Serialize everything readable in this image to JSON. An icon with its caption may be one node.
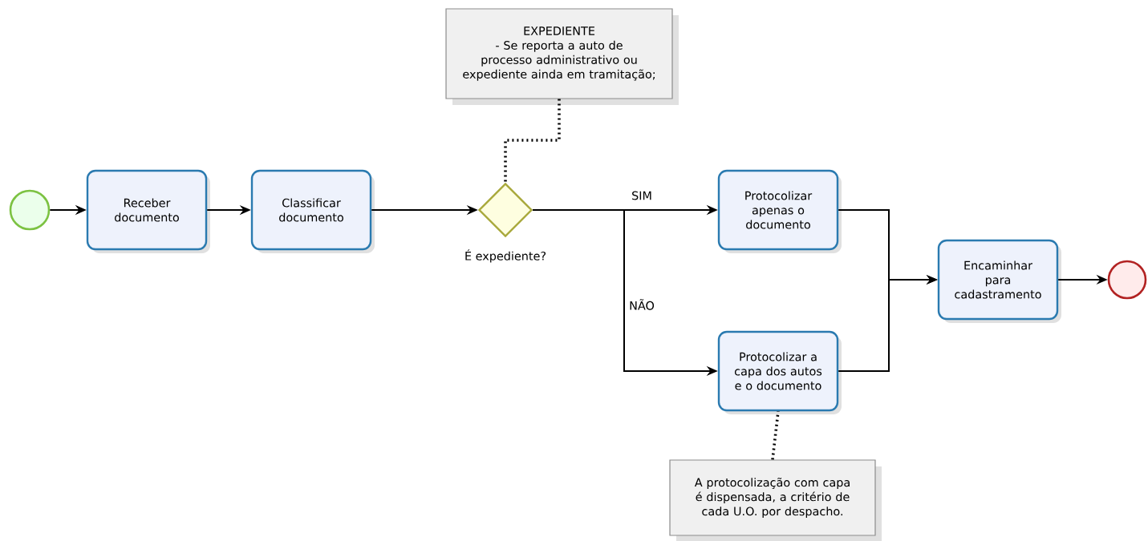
{
  "diagram": {
    "nodes": [
      {
        "text": [],
        "shape": "circle"
      },
      {
        "text": [
          "Receber documento"
        ]
      },
      {
        "text": [
          "Classificar documento"
        ]
      },
      {
        "text": [
          "É expediente?"
        ]
      },
      {
        "text": [
          "EXPEDIENTE",
          "- Se reporta a auto de processo administrativo ou expediente ainda em tramitação;"
        ]
      },
      {
        "text": [
          "Protocolizar apenas o documento"
        ]
      },
      {
        "text": [
          "Protocolizar a capa dos autos e o documento"
        ]
      },
      {
        "text": [
          "Encaminhar para cadastramento"
        ]
      },
      {
        "text": [],
        "shape": "circle"
      },
      {
        "text": [
          "A protocolização com capa é dispensada, a critério de cada U.O. por despacho."
        ]
      }
    ],
    "edges": [
      {
        "from": 0,
        "to": 1,
        "arrow": "to"
      },
      {
        "from": 1,
        "to": 2,
        "arrow": "to"
      },
      {
        "from": 2,
        "to": 3,
        "arrow": "to"
      },
      {
        "from": 3,
        "to": 5,
        "arrow": "to",
        "label": "SIM"
      },
      {
        "from": 3,
        "to": 6,
        "arrow": "to",
        "label": "NÃO"
      },
      {
        "from": 5,
        "to": 7,
        "arrow": "to"
      },
      {
        "from": 6,
        "to": 7,
        "arrow": "to"
      },
      {
        "from": 7,
        "to": 8,
        "arrow": "to"
      },
      {
        "from": 4,
        "to": 3,
        "arrow": "none",
        "style": "dashed"
      },
      {
        "from": 9,
        "to": 6,
        "arrow": "none",
        "style": "dashed"
      }
    ]
  }
}
